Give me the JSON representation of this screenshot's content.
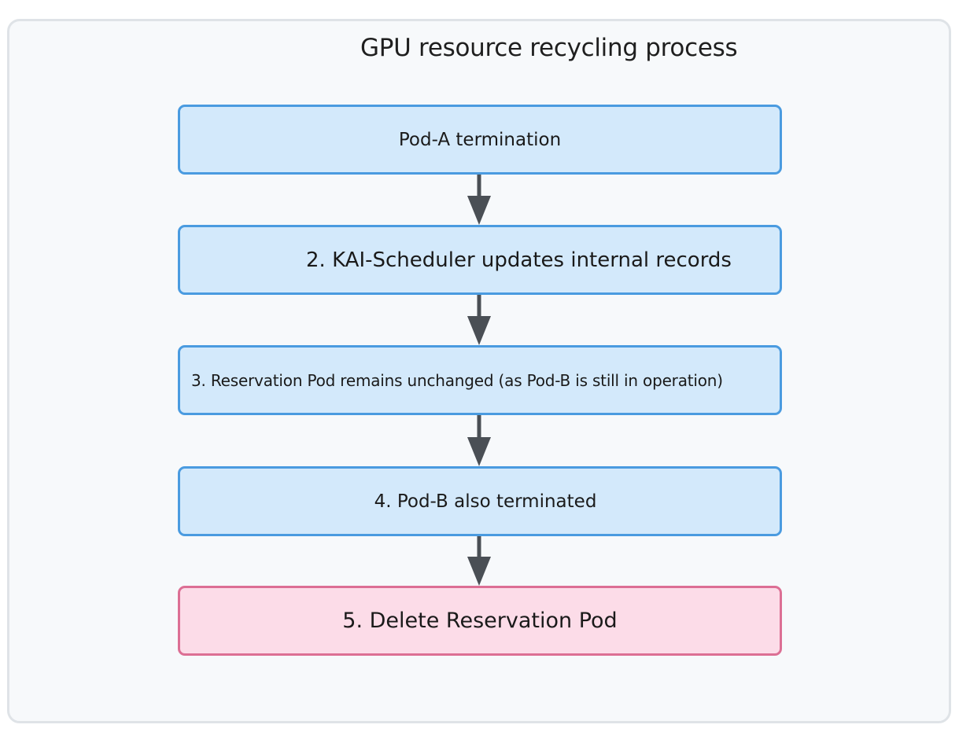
{
  "diagram": {
    "title": "GPU resource recycling process",
    "steps": [
      {
        "label": "Pod-A termination"
      },
      {
        "label": "2. KAI-Scheduler updates internal records"
      },
      {
        "label": "3. Reservation Pod remains unchanged (as Pod-B is still in operation)"
      },
      {
        "label": "4. Pod-B also terminated"
      },
      {
        "label": "5. Delete Reservation Pod"
      }
    ],
    "colors": {
      "step_fill": "#d3e9fb",
      "step_border": "#4a9be0",
      "final_fill": "#fcdce8",
      "final_border": "#dc6f94",
      "arrow": "#4a4f55"
    }
  }
}
